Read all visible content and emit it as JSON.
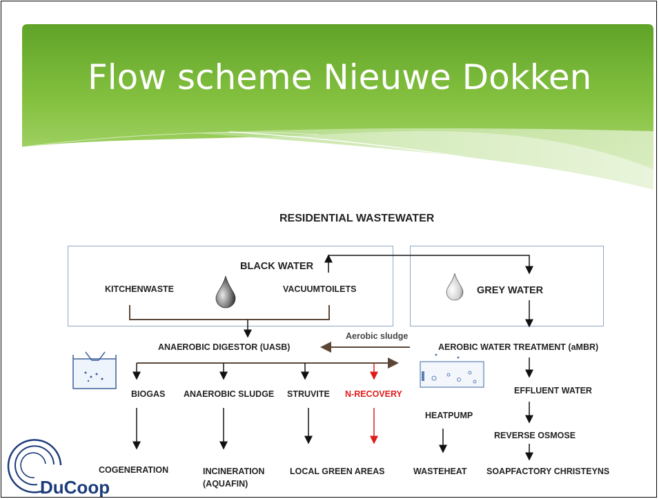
{
  "slide": {
    "title": "Flow scheme Nieuwe Dokken"
  },
  "diagram": {
    "heading": "RESIDENTIAL WASTEWATER",
    "black_water": "BLACK WATER",
    "kitchenwaste": "KITCHENWASTE",
    "vacuumtoilets": "VACUUMTOILETS",
    "grey_water": "GREY WATER",
    "anaerobic_digestor": "ANAEROBIC DIGESTOR (UASB)",
    "aerobic_sludge": "Aerobic sludge",
    "aerobic_treatment": "AEROBIC WATER TREATMENT (aMBR)",
    "biogas": "BIOGAS",
    "anaerobic_sludge": "ANAEROBIC SLUDGE",
    "struvite": "STRUVITE",
    "n_recovery": "N-RECOVERY",
    "effluent_water": "EFFLUENT WATER",
    "heatpump": "HEATPUMP",
    "reverse_osmose": "REVERSE OSMOSE",
    "cogeneration": "COGENERATION",
    "incineration_line1": "INCINERATION",
    "incineration_line2": "(AQUAFIN)",
    "local_green_areas": "LOCAL GREEN AREAS",
    "wasteheat": "WASTEHEAT",
    "soapfactory": "SOAPFACTORY CHRISTEYNS"
  },
  "logo": {
    "text": "DuCoop"
  },
  "colors": {
    "header_green_light": "#8cc63f",
    "header_green_dark": "#5a9e24",
    "arrow_red": "#e01b1b",
    "line_brown": "#5b4636",
    "box_border": "#8ea6c4",
    "logo_blue": "#1b3b7a"
  }
}
